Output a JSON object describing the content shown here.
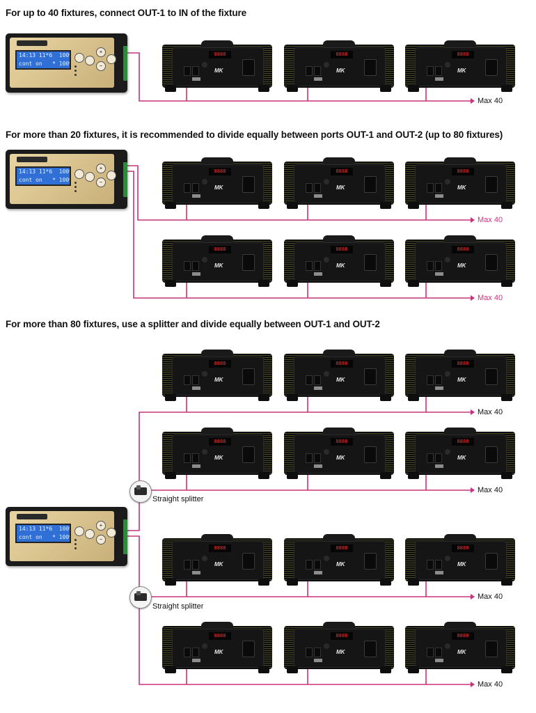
{
  "headings": {
    "h1": "For up to 40 fixtures, connect OUT-1 to IN of the fixture",
    "h2": "For more than 20 fixtures, it is recommended to divide equally between ports OUT-1 and OUT-2 (up to 80 fixtures)",
    "h3": "For more than 80 fixtures, use a splitter and divide equally between OUT-1 and OUT-2"
  },
  "controller": {
    "lcd_line1": "14:13 11*6  100%",
    "lcd_line2": "cont on   * 100%",
    "plus": "+",
    "minus": "−"
  },
  "fixture": {
    "display": "8888",
    "brand": "MK"
  },
  "labels": {
    "max1": "Max 40",
    "max2a": "Max 40",
    "max2b": "Max 40",
    "max3a": "Max 40",
    "max3b": "Max 40",
    "max3c": "Max 40",
    "max3d": "Max 40",
    "splitter1": "Straight splitter",
    "splitter2": "Straight splitter"
  },
  "colors": {
    "wire": "#c8327a",
    "label_accent": "#d6307f"
  }
}
